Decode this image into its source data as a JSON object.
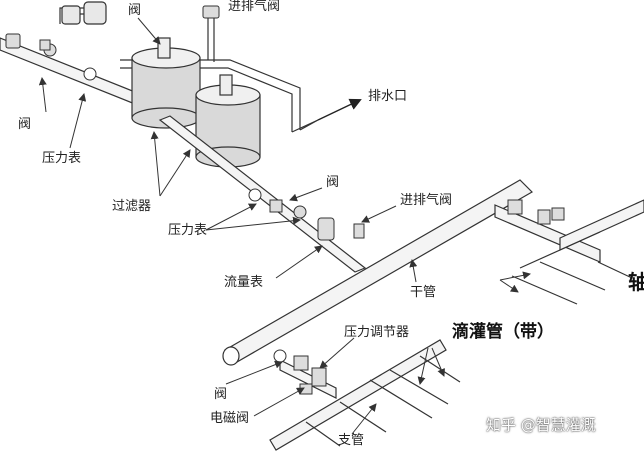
{
  "labels": {
    "valve_top": "阀",
    "air_valve_top": "进排气阀",
    "drain_outlet": "排水口",
    "valve_left": "阀",
    "gauge_left": "压力表",
    "filter": "过滤器",
    "valve_mid": "阀",
    "gauge_mid": "压力表",
    "air_valve_mid": "进排气阀",
    "flow_meter": "流量表",
    "main_pipe": "干管",
    "pressure_regulator": "压力调节器",
    "drip_tube": "滴灌管（带）",
    "side_char": "轴",
    "valve_bottom": "阀",
    "solenoid_valve": "电磁阀",
    "branch_pipe": "支管"
  },
  "watermark": "知乎 @智慧灌溉",
  "colors": {
    "line": "#333333",
    "pipe_fill": "#f4f4f4",
    "shade": "#cfcfcf",
    "watermark_shadow": "#555555"
  }
}
